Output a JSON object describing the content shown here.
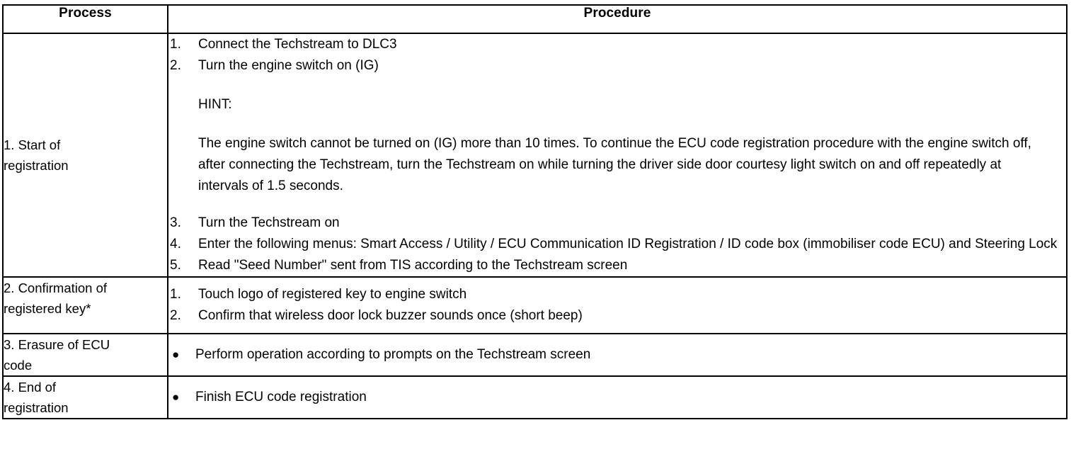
{
  "table": {
    "headers": {
      "process": "Process",
      "procedure": "Procedure"
    },
    "rows": [
      {
        "process": "1. Start of\nregistration",
        "steps_before": [
          {
            "num": "1.",
            "text": "Connect the Techstream to DLC3"
          },
          {
            "num": "2.",
            "text": "Turn the engine switch on (IG)"
          }
        ],
        "hint": {
          "label": "HINT:",
          "body": "The engine switch cannot be turned on (IG) more than 10 times. To continue the ECU code registration procedure with the engine switch off, after connecting the Techstream, turn the Techstream on while turning the driver side door courtesy light switch on and off repeatedly at intervals of 1.5 seconds."
        },
        "steps_after": [
          {
            "num": "3.",
            "text": "Turn the Techstream on"
          },
          {
            "num": "4.",
            "text": "Enter the following menus: Smart Access / Utility / ECU Communication ID Registration / ID code box (immobiliser code ECU) and Steering Lock"
          },
          {
            "num": "5.",
            "text": "Read \"Seed Number\" sent from TIS according to the Techstream screen"
          }
        ]
      },
      {
        "process": "2. Confirmation of\nregistered key*",
        "steps": [
          {
            "num": "1.",
            "text": "Touch logo of registered key to engine switch"
          },
          {
            "num": "2.",
            "text": "Confirm that wireless door lock buzzer sounds once (short beep)"
          }
        ]
      },
      {
        "process": "3. Erasure of ECU\ncode",
        "bullets": [
          {
            "marker": "bullet-icon",
            "text": "Perform operation according to prompts on the Techstream screen"
          }
        ]
      },
      {
        "process": "4. End of\nregistration",
        "bullets": [
          {
            "marker": "bullet-icon",
            "text": "Finish ECU code registration"
          }
        ]
      }
    ]
  },
  "glyphs": {
    "bullet": "●"
  },
  "colors": {
    "border": "#000000",
    "text": "#000000",
    "background": "#ffffff"
  }
}
